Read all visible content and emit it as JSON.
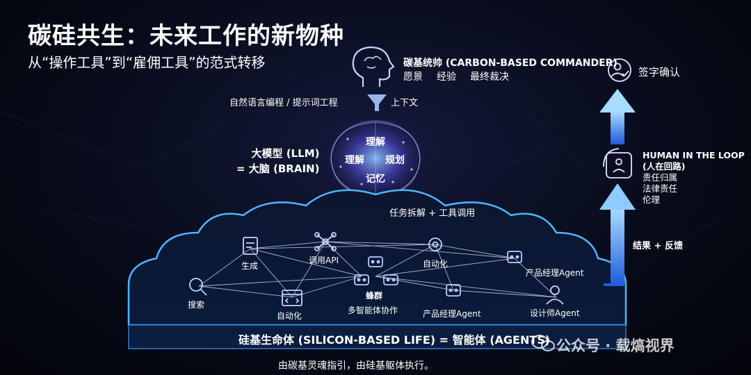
{
  "title": "碳硅共生：未来工作的新物种",
  "subtitle": "从“操作工具”到“雇佣工具”的范式转移",
  "commander": {
    "title": "碳基统帅 (CARBON-BASED COMMANDER)",
    "items": [
      "愿景",
      "经验",
      "最终裁决"
    ],
    "sign": "签字确认"
  },
  "funnel": {
    "left": "自然语言编程 / 提示词工程",
    "right": "上下文"
  },
  "llm": {
    "line1": "大模型 (LLM)",
    "line2": "= 大脑 (BRAIN)"
  },
  "brain": {
    "top": "理解",
    "left": "理解",
    "right": "规划",
    "bottom": "记忆"
  },
  "task_arrow": "任务拆解 + 工具调用",
  "hitl": {
    "title": "HUMAN IN THE LOOP",
    "subtitle": "(人在回路)",
    "items": [
      "责任归属",
      "法律责任",
      "伦理"
    ]
  },
  "feedback": "结果 + 反馈",
  "nodes": {
    "generate": "生成",
    "call_api": "调用API",
    "automation_top": "自动化",
    "pm_agent_right": "产品经理Agent",
    "search": "搜索",
    "swarm": "蜂群",
    "swarm_sub": "多智能体协作",
    "automation_bottom": "自动化",
    "pm_agent_bottom": "产品经理Agent",
    "designer_agent": "设计师Agent"
  },
  "cloud_label": "硅基生命体 (SILICON-BASED LIFE) = 智能体 (AGENTS)",
  "footer": "由碳基灵魂指引，由硅基躯体执行。",
  "watermark": "公众号 · 载熇视界",
  "colors": {
    "accent_blue": "#3aa0ff",
    "purple": "#8a5cff",
    "cloud_edge": "#4fb6ff"
  }
}
